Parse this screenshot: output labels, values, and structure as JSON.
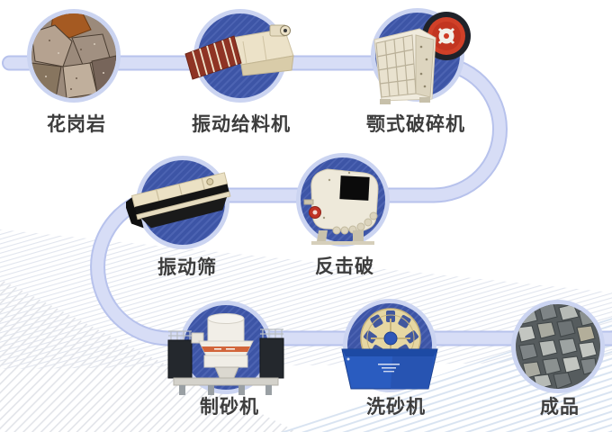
{
  "flow": {
    "description": "sand-and-gravel production line flow diagram",
    "steps": [
      {
        "label": "花岗岩",
        "name": "granite",
        "kind": "material-photo"
      },
      {
        "label": "振动给料机",
        "name": "vibrating-feeder",
        "kind": "equipment"
      },
      {
        "label": "颚式破碎机",
        "name": "jaw-crusher",
        "kind": "equipment"
      },
      {
        "label": "振动筛",
        "name": "vibrating-screen",
        "kind": "equipment"
      },
      {
        "label": "反击破",
        "name": "impact-crusher",
        "kind": "equipment"
      },
      {
        "label": "制砂机",
        "name": "sand-making-machine",
        "kind": "equipment"
      },
      {
        "label": "洗砂机",
        "name": "sand-washing-machine",
        "kind": "equipment"
      },
      {
        "label": "成品",
        "name": "finished-product",
        "kind": "material-photo"
      }
    ],
    "colors": {
      "node_fill": "#3d55a6",
      "node_stripe": "#4c63b2",
      "node_ring": "#cbd4f1",
      "path_fill": "#d7ddf6",
      "path_edge": "#b7c2ec",
      "label": "#3d3d3d",
      "background": "#ffffff"
    }
  }
}
